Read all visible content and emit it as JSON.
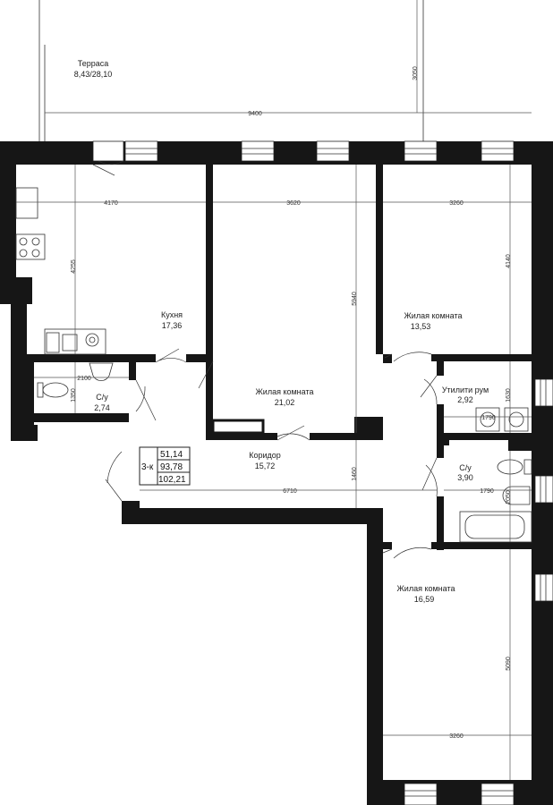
{
  "rooms": {
    "terrace": {
      "name": "Терраса",
      "area": "8,43/28,10"
    },
    "kitchen": {
      "name": "Кухня",
      "area": "17,36"
    },
    "living1": {
      "name": "Жилая комната",
      "area": "21,02"
    },
    "living2": {
      "name": "Жилая комната",
      "area": "13,53"
    },
    "bath1": {
      "name": "С/у",
      "area": "2,74"
    },
    "utility": {
      "name": "Утилити рум",
      "area": "2,92"
    },
    "corridor": {
      "name": "Коридор",
      "area": "15,72"
    },
    "bath2": {
      "name": "С/у",
      "area": "3,90"
    },
    "living3": {
      "name": "Жилая комната",
      "area": "16,59"
    }
  },
  "summary": {
    "type": "3-к",
    "living": "51,14",
    "total": "93,78",
    "total_with_terrace": "102,21"
  },
  "dimensions": {
    "terrace_width": "9400",
    "terrace_depth": "3050",
    "kitchen_width": "4170",
    "kitchen_depth": "4255",
    "living1_width": "3620",
    "living1_depth": "5940",
    "living2_width": "3260",
    "living2_depth": "4140",
    "bath1_width": "2100",
    "bath1_depth": "1350",
    "utility_width": "1790",
    "utility_depth": "1630",
    "corridor_width": "6710",
    "corridor_depth": "1460",
    "bath2_width": "1790",
    "bath2_depth": "2050",
    "living3_width": "3260",
    "living3_depth": "5090"
  },
  "icons": [
    "window-icon",
    "door-icon",
    "stove-icon",
    "sink-icon",
    "toilet-icon",
    "bathtub-icon",
    "washing-machine-icon"
  ],
  "colors": {
    "wall": "#161616",
    "background": "#ffffff",
    "line": "#333333"
  }
}
